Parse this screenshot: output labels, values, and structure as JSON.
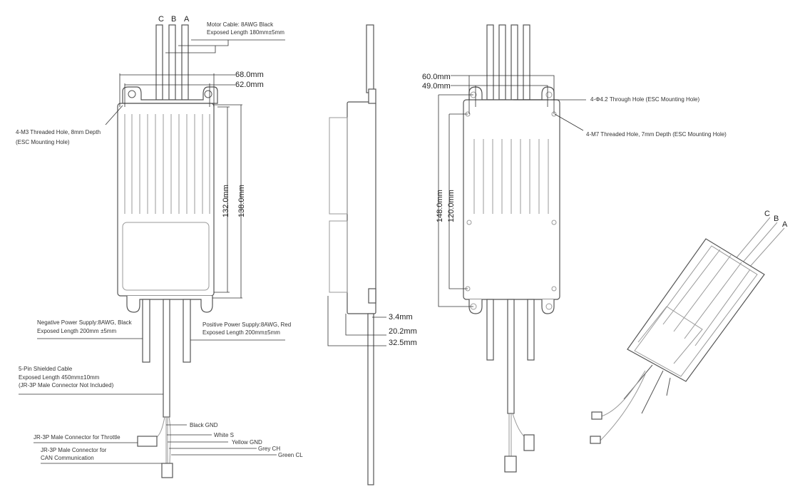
{
  "front_view": {
    "phase_labels": [
      "C",
      "B",
      "A"
    ],
    "motor_cable": [
      "Motor Cable: 8AWG Black",
      "Exposed Length 180mm±5mm"
    ],
    "dims": {
      "outer_width": "68.0mm",
      "inner_width": "62.0mm",
      "hole_span": "132.0mm",
      "length": "138.0mm"
    },
    "m3_hole": [
      "4-M3 Threaded Hole, 8mm Depth",
      "(ESC Mounting Hole)"
    ],
    "negative": [
      "Negative Power Supply:8AWG, Black",
      "Exposed Length 200mm ±5mm"
    ],
    "positive": [
      "Positive Power Supply:8AWG, Red",
      "Exposed Length 200mm±5mm"
    ],
    "signal_cable": [
      "5-Pin Shielded Cable",
      "Exposed Length 450mm±10mm",
      "(JR-3P Male Connector Not Included)"
    ],
    "wires": [
      "Black GND",
      "White S",
      "Yellow GND",
      "Grey CH",
      "Green CL"
    ],
    "throttle_connector": "JR-3P Male Connector for Throttle",
    "can_connector": [
      "JR-3P Male Connector for",
      "CAN Communication"
    ]
  },
  "side_view": {
    "dims": [
      "3.4mm",
      "20.2mm",
      "32.5mm"
    ]
  },
  "back_view": {
    "dims": {
      "outer_width": "60.0mm",
      "inner_width": "49.0mm",
      "length": "148.0mm",
      "hole_span": "120.0mm"
    },
    "through_hole": "4-Φ4.2 Through Hole (ESC Mounting Hole)",
    "m7_hole": "4-M7 Threaded Hole, 7mm Depth (ESC Mounting Hole)"
  },
  "iso_view": {
    "phase_labels": [
      "C",
      "B",
      "A"
    ]
  }
}
